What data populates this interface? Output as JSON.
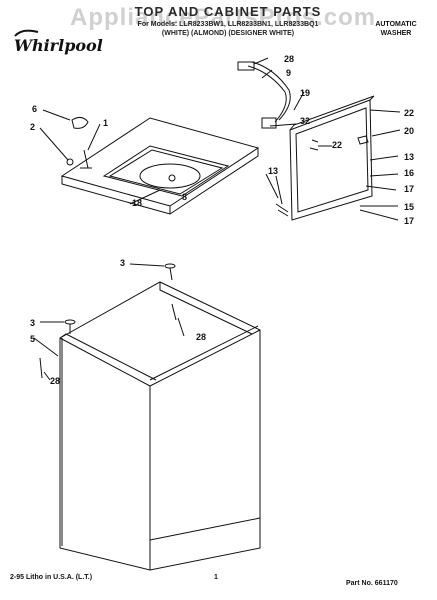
{
  "header": {
    "watermark": "AppliancePartsPros.com",
    "title": "TOP AND CABINET PARTS",
    "model_line": "For Models: LLR8233BW1, LLR8233BN1, LLR8233BQ1",
    "color_line": "(WHITE)  (ALMOND) (DESIGNER WHITE)",
    "washer_type": "AUTOMATIC WASHER",
    "brand": "Whirlpool"
  },
  "callouts": [
    "1",
    "2",
    "3",
    "3",
    "5",
    "6",
    "8",
    "9",
    "13",
    "13",
    "15",
    "16",
    "17",
    "17",
    "18",
    "19",
    "20",
    "22",
    "22",
    "28",
    "28",
    "28",
    "32"
  ],
  "footer": {
    "print_info": "2-95 Litho in U.S.A. (L.T.)",
    "page_number": "1",
    "part_number": "Part No. 661170"
  },
  "colors": {
    "ink": "#111111",
    "watermark": "#999999",
    "paper": "#ffffff"
  }
}
